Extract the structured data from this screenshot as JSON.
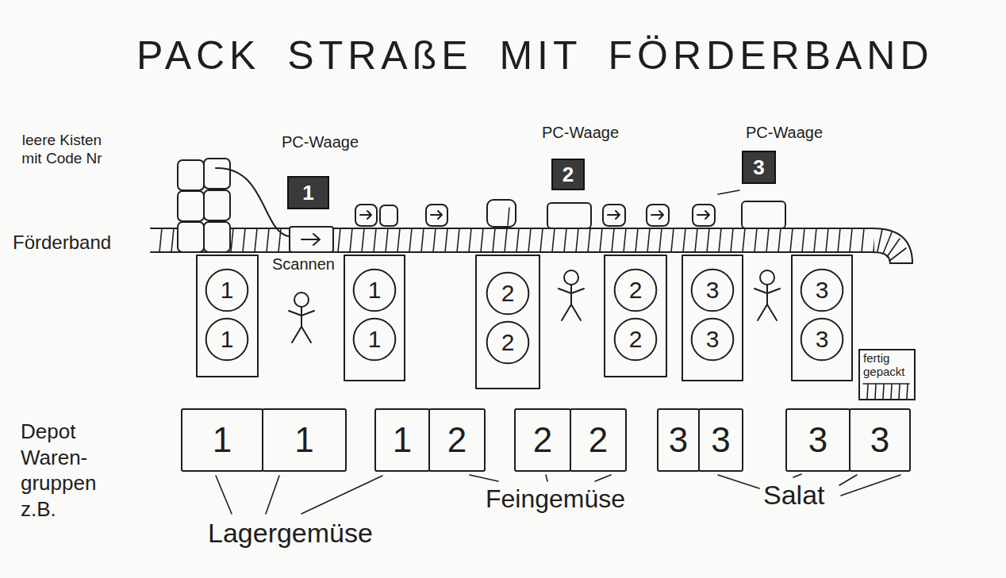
{
  "diagram": {
    "title": "PACK STRAßE MIT FÖRDERBAND",
    "nodes": [
      {
        "text": [
          "PC-Waage",
          "1"
        ]
      },
      {
        "text": [
          "PC-Waage",
          "2"
        ]
      },
      {
        "text": [
          "PC-Waage",
          "3"
        ]
      },
      {
        "text": [
          "1"
        ]
      },
      {
        "text": [
          "1"
        ]
      },
      {
        "text": [
          "1"
        ]
      },
      {
        "text": [
          "1"
        ]
      },
      {
        "text": [
          "2"
        ]
      },
      {
        "text": [
          "2"
        ]
      },
      {
        "text": [
          "2"
        ]
      },
      {
        "text": [
          "2"
        ]
      },
      {
        "text": [
          "3"
        ]
      },
      {
        "text": [
          "3"
        ]
      },
      {
        "text": [
          "3"
        ]
      },
      {
        "text": [
          "3"
        ]
      },
      {
        "text": [
          "fertig gepackt"
        ]
      },
      {
        "text": [
          "1"
        ]
      },
      {
        "text": [
          "1"
        ]
      },
      {
        "text": [
          "1"
        ]
      },
      {
        "text": [
          "2"
        ]
      },
      {
        "text": [
          "2"
        ]
      },
      {
        "text": [
          "2"
        ]
      },
      {
        "text": [
          "3"
        ]
      },
      {
        "text": [
          "3"
        ]
      },
      {
        "text": [
          "3"
        ]
      },
      {
        "text": [
          "3"
        ]
      }
    ],
    "labels": [
      "leere Kisten mit Code Nr",
      "Förderband",
      "Scannen",
      "Depot Waren- gruppen z.B.",
      "Lagergemüse",
      "Feingemüse",
      "Salat"
    ]
  }
}
